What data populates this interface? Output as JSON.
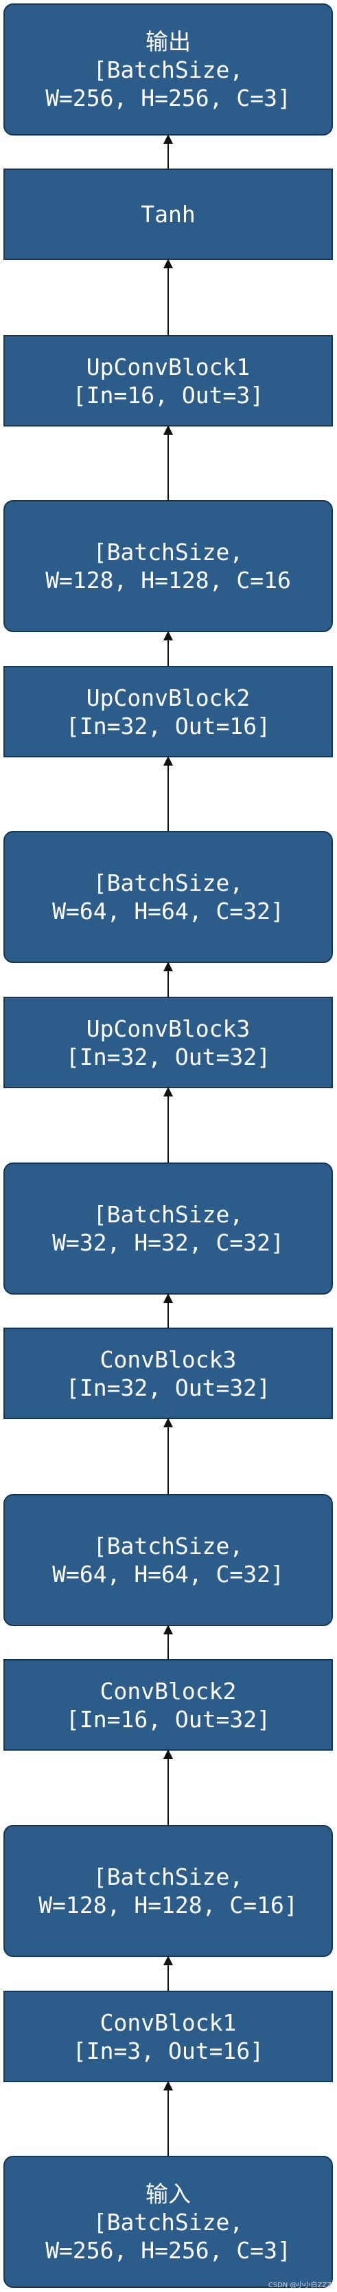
{
  "nodes": [
    {
      "id": "output",
      "kind": "tensor",
      "shape": "rounded",
      "lines": [
        "输出",
        "[BatchSize,",
        "W=256, H=256, C=3]"
      ]
    },
    {
      "id": "tanh",
      "kind": "layer",
      "shape": "square",
      "lines": [
        "Tanh"
      ]
    },
    {
      "id": "upconvblock1",
      "kind": "layer",
      "shape": "square",
      "lines": [
        "UpConvBlock1",
        "[In=16, Out=3]"
      ]
    },
    {
      "id": "tensor-128-16",
      "kind": "tensor",
      "shape": "rounded",
      "lines": [
        "[BatchSize,",
        "W=128, H=128, C=16"
      ]
    },
    {
      "id": "upconvblock2",
      "kind": "layer",
      "shape": "square",
      "lines": [
        "UpConvBlock2",
        "[In=32, Out=16]"
      ]
    },
    {
      "id": "tensor-64-32-a",
      "kind": "tensor",
      "shape": "rounded",
      "lines": [
        "[BatchSize,",
        "W=64, H=64, C=32]"
      ]
    },
    {
      "id": "upconvblock3",
      "kind": "layer",
      "shape": "square",
      "lines": [
        "UpConvBlock3",
        "[In=32, Out=32]"
      ]
    },
    {
      "id": "tensor-32-32",
      "kind": "tensor",
      "shape": "rounded",
      "lines": [
        "[BatchSize,",
        "W=32, H=32, C=32]"
      ]
    },
    {
      "id": "convblock3",
      "kind": "layer",
      "shape": "square",
      "lines": [
        "ConvBlock3",
        "[In=32, Out=32]"
      ]
    },
    {
      "id": "tensor-64-32-b",
      "kind": "tensor",
      "shape": "rounded",
      "lines": [
        "[BatchSize,",
        "W=64, H=64, C=32]"
      ]
    },
    {
      "id": "convblock2",
      "kind": "layer",
      "shape": "square",
      "lines": [
        "ConvBlock2",
        "[In=16, Out=32]"
      ]
    },
    {
      "id": "tensor-128-16-b",
      "kind": "tensor",
      "shape": "rounded",
      "lines": [
        "[BatchSize,",
        "W=128, H=128, C=16]"
      ]
    },
    {
      "id": "convblock1",
      "kind": "layer",
      "shape": "square",
      "lines": [
        "ConvBlock1",
        "[In=3, Out=16]"
      ]
    },
    {
      "id": "input",
      "kind": "tensor",
      "shape": "rounded",
      "lines": [
        "输入",
        "[BatchSize,",
        "W=256, H=256, C=3]"
      ]
    }
  ],
  "colors": {
    "node_fill": "#2c5c8a",
    "node_border": "#173550",
    "node_text": "#ffffff",
    "arrow": "#111111"
  },
  "flow_direction": "bottom-to-top",
  "watermark": "CSDN @小小白ZZZ"
}
